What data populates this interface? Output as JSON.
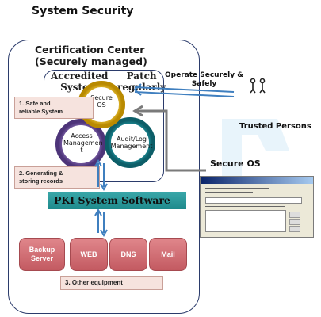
{
  "title": "System  Security",
  "certification": {
    "title_line1": "Certification Center",
    "title_line2": "(Securely managed)"
  },
  "accredited": {
    "line1": "Accredited",
    "line2": "System"
  },
  "patch": {
    "line1": "Patch",
    "line2": "regularly"
  },
  "rings": {
    "secure_os": {
      "line1": "Secure",
      "line2": "OS"
    },
    "access": {
      "line1": "Access",
      "line2": "Managemen",
      "line3": "t"
    },
    "audit": {
      "line1": "Audit/Log",
      "line2": "Management"
    }
  },
  "notes": {
    "safe": {
      "line1": "1. Safe and",
      "line2": "reliable System"
    },
    "generating": {
      "line1": "2. Generating &",
      "line2": "storing records"
    },
    "other": "3. Other equipment"
  },
  "pki": "PKI System Software",
  "equipment": [
    {
      "line1": "Backup",
      "line2": "Server"
    },
    {
      "line1": "WEB",
      "line2": ""
    },
    {
      "line1": "DNS",
      "line2": ""
    },
    {
      "line1": "Mail",
      "line2": ""
    }
  ],
  "right": {
    "operate_line1": "Operate Securely &",
    "operate_line2": "Safely",
    "trusted": "Trusted Persons",
    "secure_os": "Secure OS"
  },
  "colors": {
    "ring_yellow": "#e8b400",
    "ring_purple": "#7b5aa6",
    "ring_teal": "#1b8a96",
    "note_fill": "#f6e3de",
    "equip_fill": "#cf6b71",
    "pki_band": "#2a9a9c",
    "arrow_blue": "#3f7fbf"
  }
}
